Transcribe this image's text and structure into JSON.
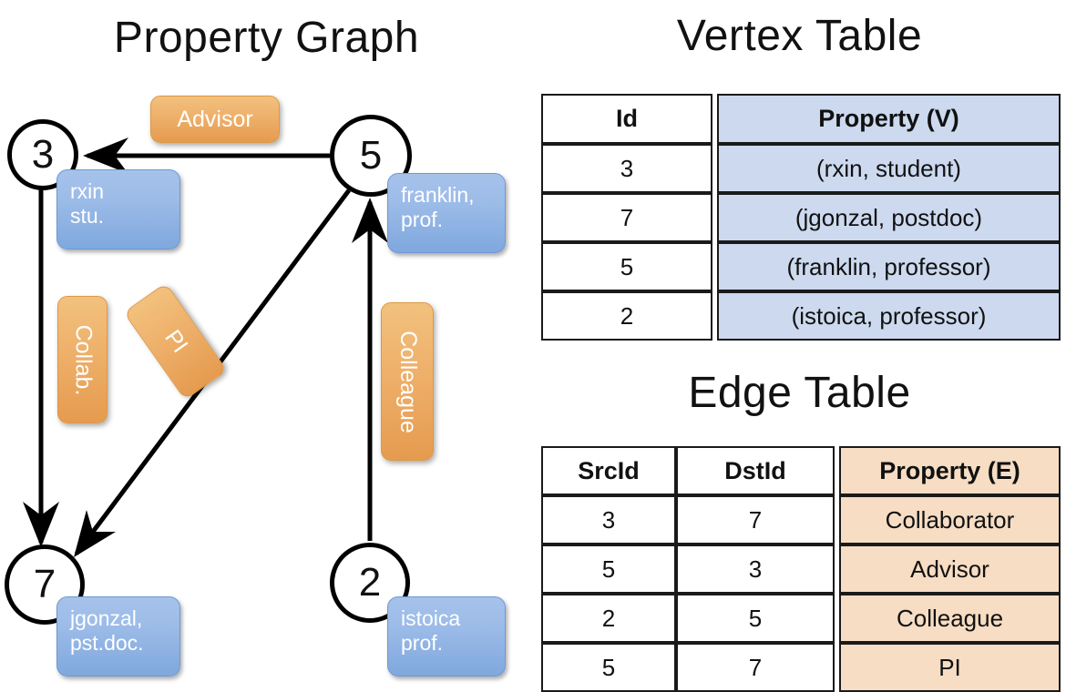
{
  "titles": {
    "property_graph": "Property Graph",
    "vertex_table": "Vertex Table",
    "edge_table": "Edge Table"
  },
  "graph": {
    "nodes": [
      {
        "id": "3",
        "label": "3",
        "property_lines": [
          "rxin",
          "stu."
        ]
      },
      {
        "id": "5",
        "label": "5",
        "property_lines": [
          "franklin,",
          "prof."
        ]
      },
      {
        "id": "7",
        "label": "7",
        "property_lines": [
          "jgonzal,",
          "pst.doc."
        ]
      },
      {
        "id": "2",
        "label": "2",
        "property_lines": [
          "istoica",
          "prof."
        ]
      }
    ],
    "edge_labels": [
      {
        "name": "advisor",
        "text": "Advisor"
      },
      {
        "name": "collab",
        "text": "Collab."
      },
      {
        "name": "pi",
        "text": "PI"
      },
      {
        "name": "colleague",
        "text": "Colleague"
      }
    ],
    "edges": [
      {
        "src": "5",
        "dst": "3"
      },
      {
        "src": "3",
        "dst": "7"
      },
      {
        "src": "5",
        "dst": "7"
      },
      {
        "src": "2",
        "dst": "5"
      }
    ]
  },
  "vertex_table": {
    "headers": [
      "Id",
      "Property (V)"
    ],
    "rows": [
      {
        "id": "3",
        "property": "(rxin, student)"
      },
      {
        "id": "7",
        "property": "(jgonzal, postdoc)"
      },
      {
        "id": "5",
        "property": "(franklin, professor)"
      },
      {
        "id": "2",
        "property": "(istoica, professor)"
      }
    ]
  },
  "edge_table": {
    "headers": [
      "SrcId",
      "DstId",
      "Property (E)"
    ],
    "rows": [
      {
        "src": "3",
        "dst": "7",
        "property": "Collaborator"
      },
      {
        "src": "5",
        "dst": "3",
        "property": "Advisor"
      },
      {
        "src": "2",
        "dst": "5",
        "property": "Colleague"
      },
      {
        "src": "5",
        "dst": "7",
        "property": "PI"
      }
    ]
  },
  "colors": {
    "vertex_property_fill": "#ccd9ef",
    "edge_property_fill": "#f6ddc3",
    "node_box_blue": "#7fa8de",
    "edge_label_orange": "#e59b4f",
    "border": "#1a1a1a"
  }
}
